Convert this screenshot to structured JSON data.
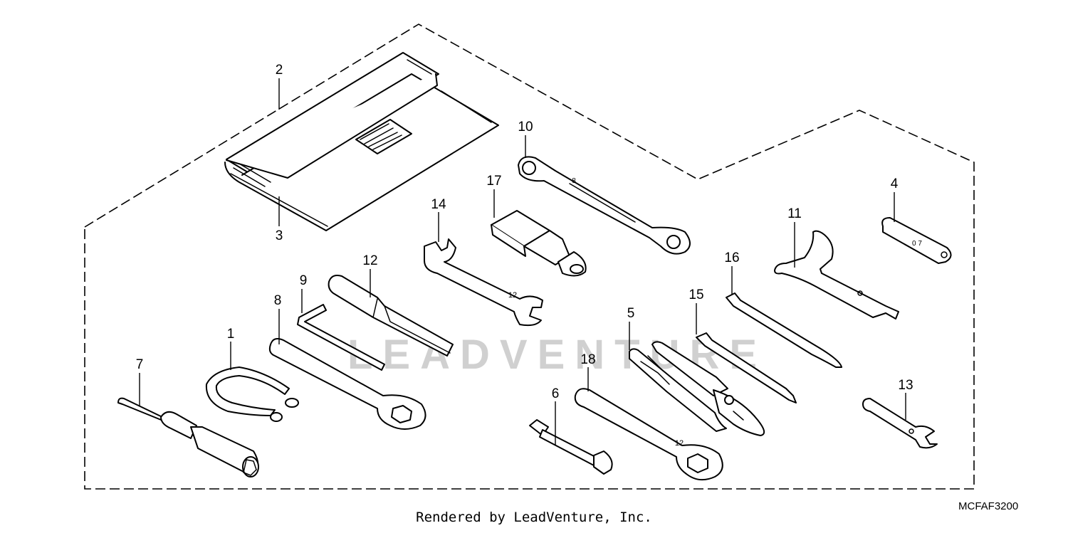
{
  "callouts": {
    "p1": "1",
    "p2": "2",
    "p3": "3",
    "p4": "4",
    "p5": "5",
    "p6": "6",
    "p7": "7",
    "p8": "8",
    "p9": "9",
    "p10": "10",
    "p11": "11",
    "p12": "12",
    "p13": "13",
    "p14": "14",
    "p15": "15",
    "p16": "16",
    "p17": "17",
    "p18": "18"
  },
  "tool_markings": {
    "spanner_10_size": "8",
    "spanner_14_size": "12",
    "spanner_18_size": "12",
    "pin_wrench_4_size": "0 7"
  },
  "watermark": "LEADVENTURE",
  "diagram_code": "MCFAF3200",
  "footer_text": "Rendered by LeadVenture, Inc.",
  "colors": {
    "line": "#000000",
    "background": "#ffffff",
    "watermark": "#d0d0d0"
  }
}
